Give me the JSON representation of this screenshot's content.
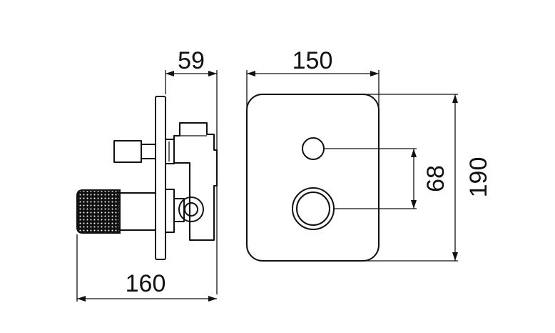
{
  "drawing": {
    "dimensions": {
      "depth": "59",
      "total_depth": "160",
      "plate_width": "150",
      "plate_height": "190",
      "handle_spacing": "68"
    }
  }
}
